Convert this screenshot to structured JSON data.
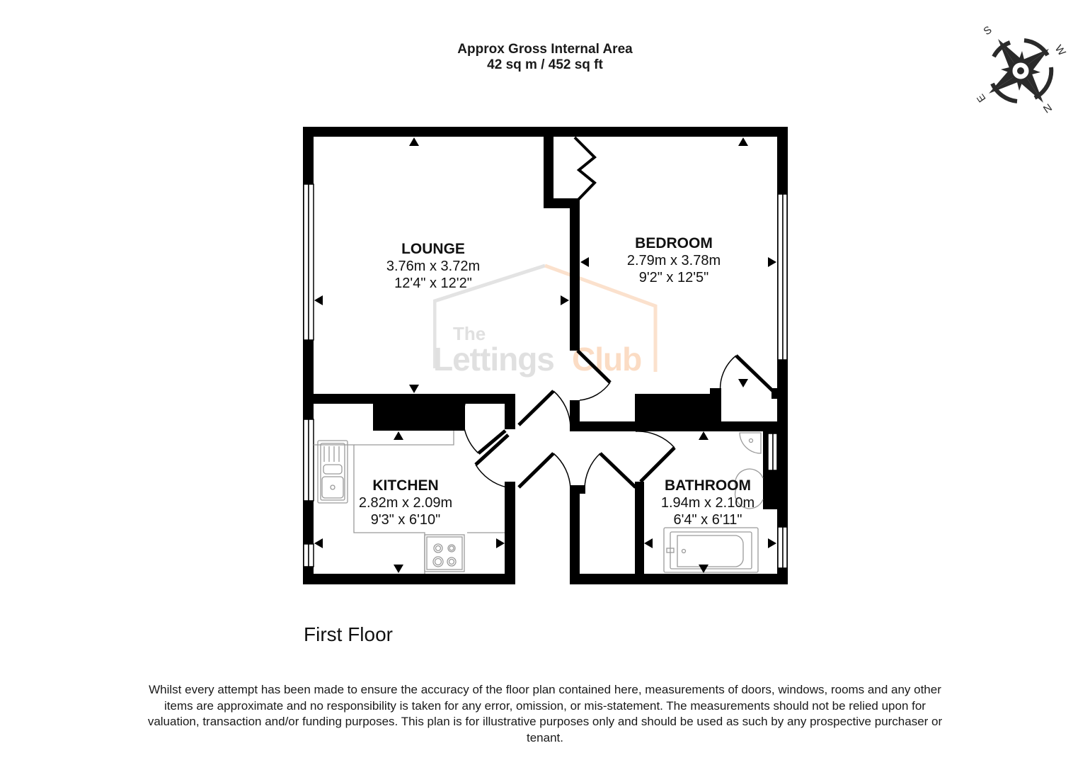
{
  "header": {
    "title": "Approx Gross Internal Area",
    "area": "42 sq m / 452 sq ft"
  },
  "compass": {
    "icon": "compass-rose-icon",
    "labels": {
      "top_left": "S",
      "top_right": "W",
      "bottom_left": "E",
      "bottom_right": "N"
    }
  },
  "watermark": {
    "line1": "The",
    "line2a": "Lettings",
    "line2b": "Club",
    "colors": {
      "grey": "#d9d9d9",
      "orange": "#f7c9a6"
    }
  },
  "rooms": [
    {
      "name": "LOUNGE",
      "metric": "3.76m x 3.72m",
      "imperial": "12'4\" x 12'2\""
    },
    {
      "name": "BEDROOM",
      "metric": "2.79m x 3.78m",
      "imperial": "9'2\" x 12'5\""
    },
    {
      "name": "KITCHEN",
      "metric": "2.82m x 2.09m",
      "imperial": "9'3\" x 6'10\""
    },
    {
      "name": "BATHROOM",
      "metric": "1.94m x 2.10m",
      "imperial": "6'4\" x 6'11\""
    }
  ],
  "floor_label": "First Floor",
  "disclaimer": "Whilst every attempt has been made to ensure the accuracy of the floor plan contained here, measurements of doors, windows, rooms and any other items are approximate and no responsibility is taken for any error, omission, or mis-statement. The measurements should not be relied upon for valuation, transaction and/or funding purposes. This plan is for illustrative purposes only and should be used as such by any prospective purchaser or tenant.",
  "colors": {
    "wall": "#000000",
    "fixture": "#9a9a9a",
    "background": "#ffffff"
  }
}
